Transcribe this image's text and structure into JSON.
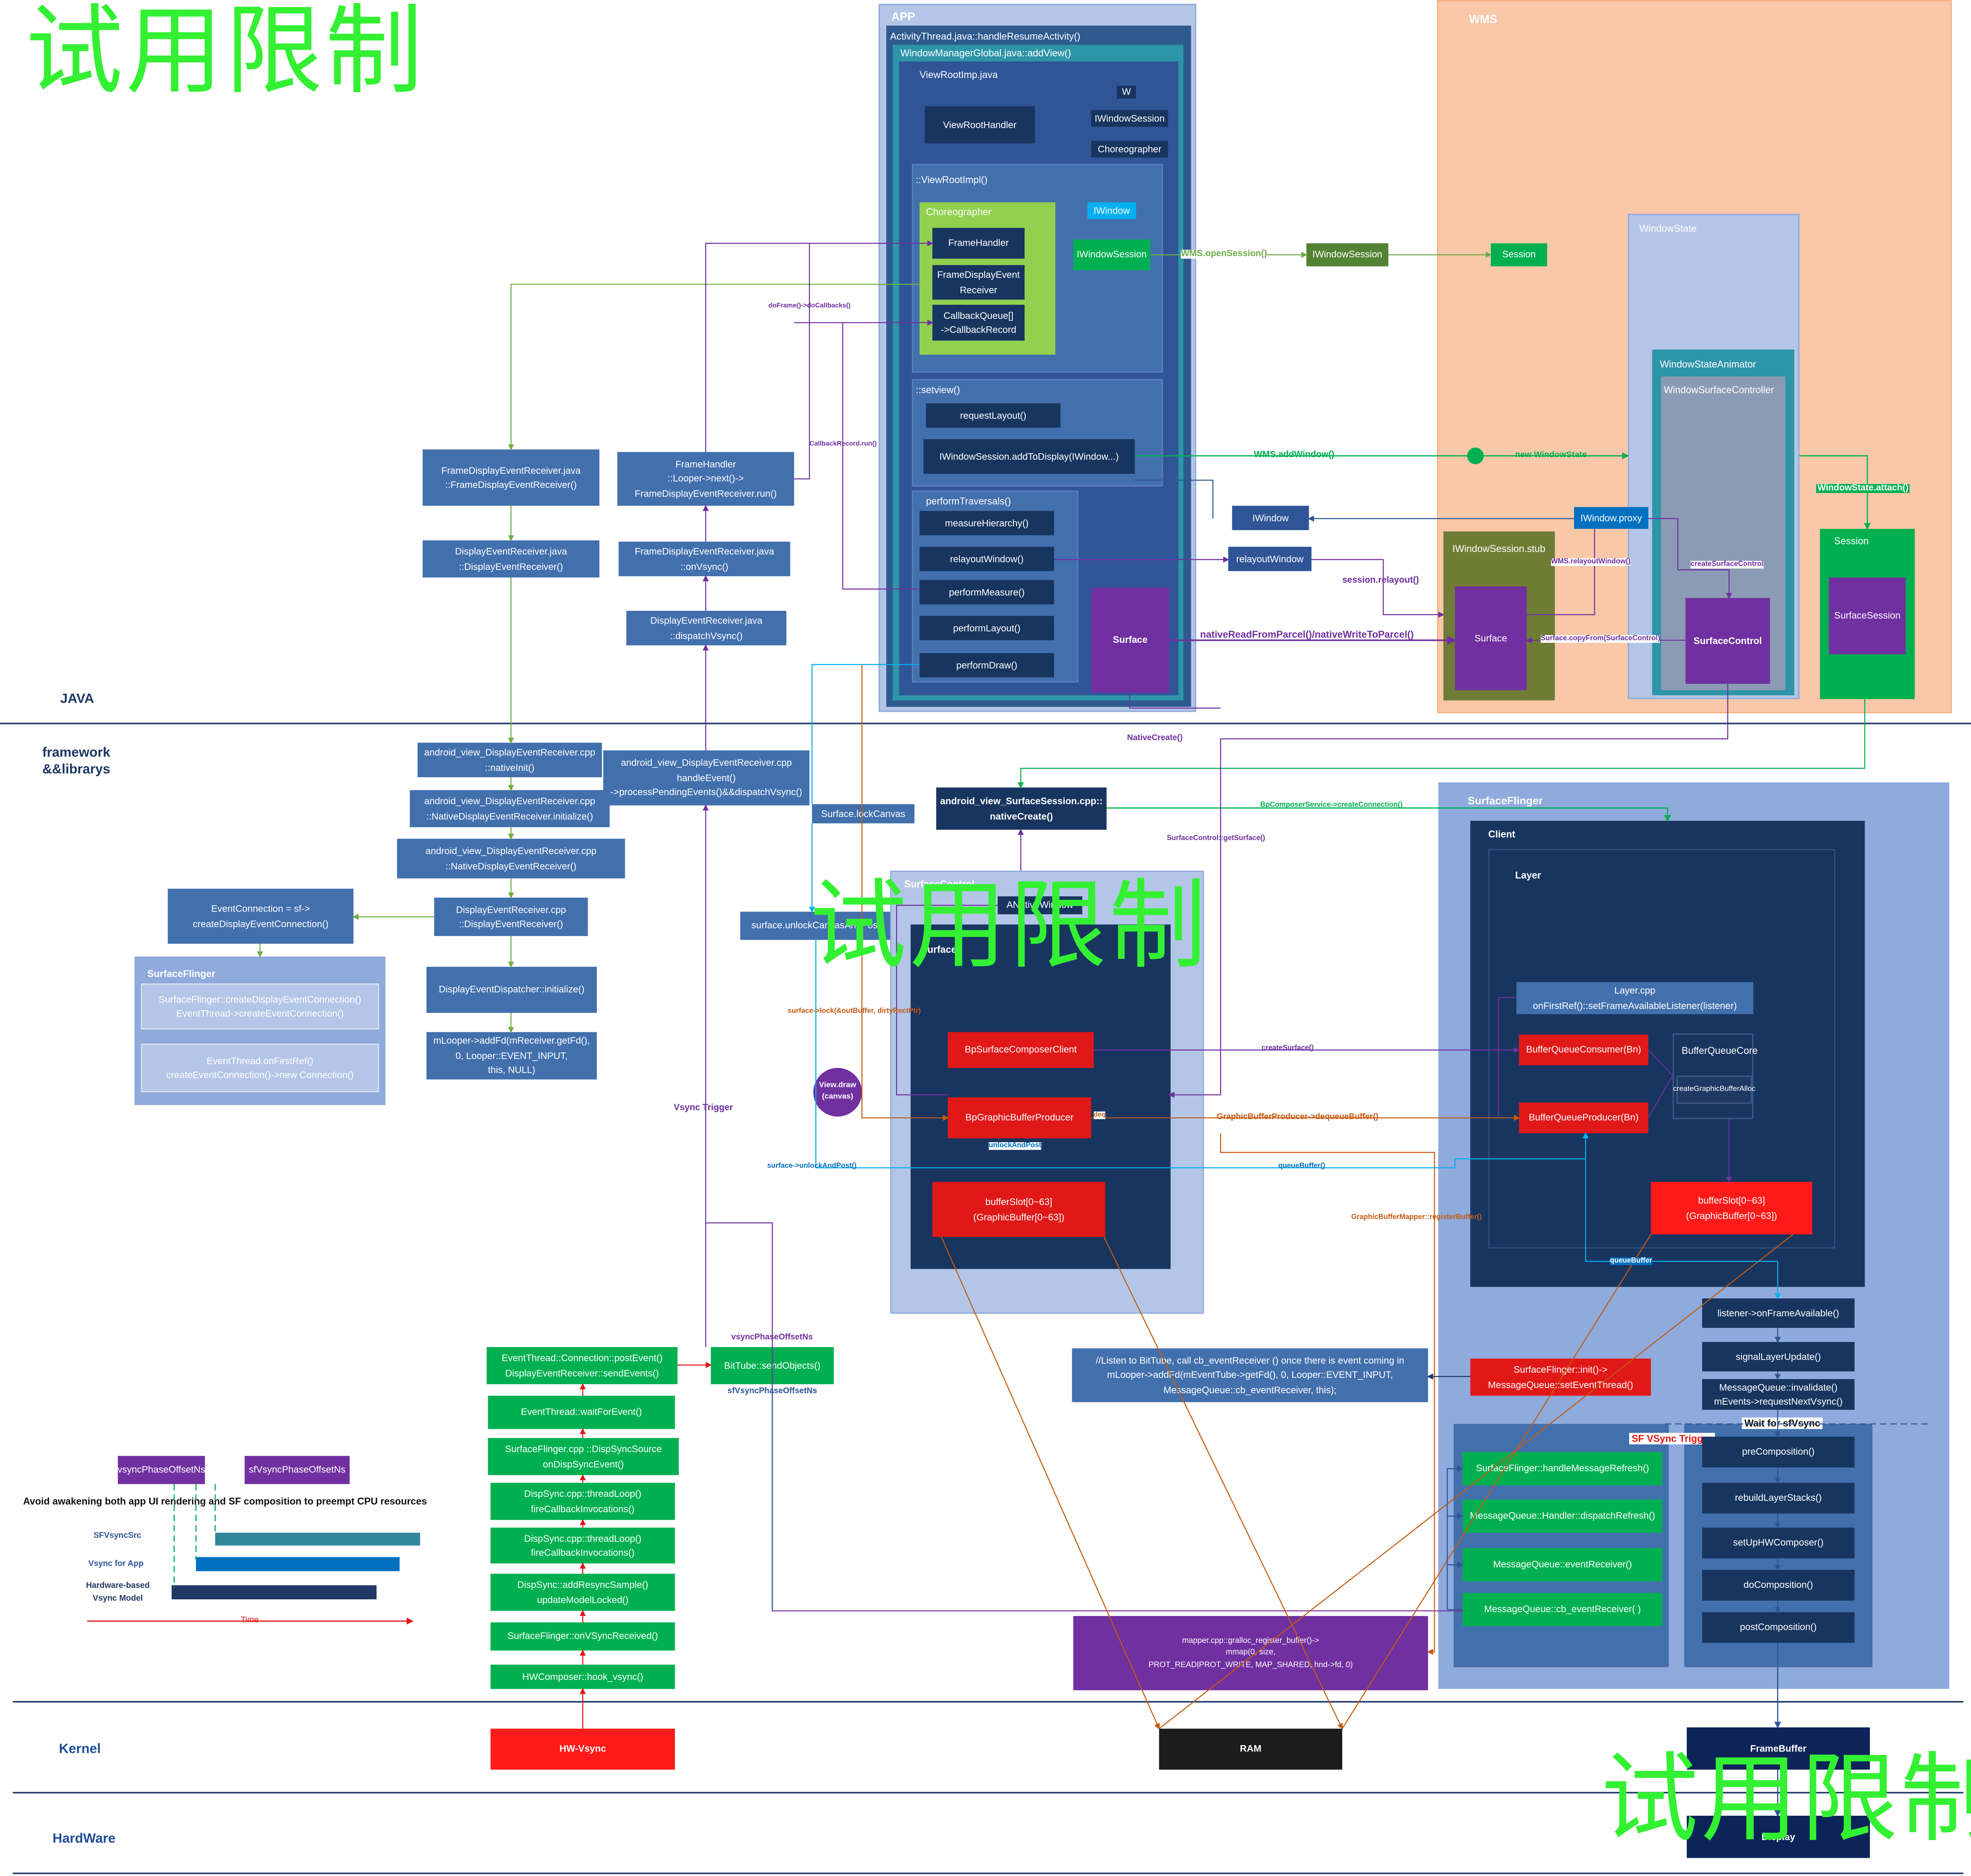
{
  "watermark": "试用限制",
  "sections": {
    "java": "JAVA",
    "framework": "framework\n&&librarys",
    "kernel": "Kernel",
    "hardware": "HardWare"
  },
  "app": {
    "title": "APP",
    "resume": "ActivityThread.java::handleResumeActivity()",
    "global": "WindowManagerGlobal.java::addView()",
    "viewrootimp": "ViewRootImp.java",
    "w": "W",
    "iws": "IWindowSession",
    "choreo": "Choreographer",
    "vrh": "ViewRootHandler",
    "vrimpl": "::ViewRootImpl()",
    "choreo_green": "Choreographer",
    "iwindow_tag": "IWindow",
    "framehandler": "FrameHandler",
    "fder": "FrameDisplayEvent\nReceiver",
    "cbq": "CallbackQueue[]\n->CallbackRecord",
    "iws_green": "IWindowSession",
    "setview": "::setview()",
    "reqlayout": "requestLayout()",
    "addtodisplay": "IWindowSession.addToDisplay(IWindow...)",
    "perftrav": "performTraversals()",
    "measurehier": "measureHierarchy()",
    "relayoutwin": "relayoutWindow()",
    "perfmeasure": "performMeasure()",
    "perflayout": "performLayout()",
    "perfdraw": "performDraw()",
    "surface": "Surface"
  },
  "wms": {
    "title": "WMS",
    "iws_mid": "IWindowSession",
    "session": "Session",
    "windowstate": "WindowState",
    "wsanimator": "WindowStateAnimator",
    "wscontroller": "WindowSurfaceController",
    "iwindow": "IWindow",
    "iwindowproxy": "IWindow.proxy",
    "relayoutwin": "relayoutWindow",
    "iwsstub": "IWindowSession.stub",
    "surface": "Surface",
    "surfacecontrol": "SurfaceControl",
    "session2": "Session",
    "surfacesession": "SurfaceSession"
  },
  "left": {
    "fder_java": "FrameDisplayEventReceiver.java\n::FrameDisplayEventReceiver()",
    "der_java": "DisplayEventReceiver.java\n::DisplayEventReceiver()",
    "fh_looper": "FrameHandler\n::Looper->next()->\nFrameDisplayEventReceiver.run()",
    "fder_onvsync": "FrameDisplayEventReceiver.java\n::onVsync()",
    "der_dispatch": "DisplayEventReceiver.java\n::dispatchVsync()",
    "nativeinit": "android_view_DisplayEventReceiver.cpp\n::nativeInit()",
    "nder_init": "android_view_DisplayEventReceiver.cpp\n::NativeDisplayEventReceiver.initialize()",
    "nder_ctor": "android_view_DisplayEventReceiver.cpp\n::NativeDisplayEventReceiver()",
    "handleevent": "android_view_DisplayEventReceiver.cpp\nhandleEvent()\n->processPendingEvents()&&dispatchVsync()",
    "eventconn": "EventConnection = sf->\ncreateDisplayEventConnection()",
    "der_cpp": "DisplayEventReceiver.cpp\n::DisplayEventReceiver()",
    "sf_box_title": "SurfaceFlinger",
    "sf_create": "SurfaceFlinger::createDisplayEventConnection()\nEventThread->createEventConnection()",
    "et_onfirst": "EventThread.onFirstRef()\ncreateEventConnection()->new Connection()",
    "dispatcher": "DisplayEventDispatcher::initialize()",
    "addfd": "mLooper->addFd(mReceiver.getFd(),\n0, Looper::EVENT_INPUT,\nthis, NULL)"
  },
  "mid": {
    "nativecreate_box": "android_view_SurfaceSession.cpp::\nnativeCreate()",
    "lockcanvas": "Surface.lockCanvas",
    "unlockcanvas": "surface.unlockCanvasAndPost",
    "sc_title": "SurfaceControl",
    "anw": "ANativeWindow",
    "surface_in": "Surface",
    "bpscc": "BpSurfaceComposerClient",
    "bpgbp": "BpGraphicBufferProducer",
    "bufferslot": "bufferSlot[0~63]\n(GraphicBuffer[0~63])",
    "viewdraw": "View.draw\n(canvas)",
    "bittube": "BitTube::sendObjects()",
    "listen": "//Listen to BitTube, call cb_eventReceiver () once there is event coming in\nmLooper->addFd(mEventTube->getFd(), 0, Looper::EVENT_INPUT,\nMessageQueue::cb_eventReceiver, this);",
    "mapper": "mapper.cpp::gralloc_register_buffer()->\nmmap(0, size,\nPROT_READ|PROT_WRITE, MAP_SHARED, hnd->fd, 0)"
  },
  "vsync": {
    "postevent": "EventThread::Connection::postEvent()\nDisplayEventReceiver::sendEvents()",
    "waitforevent": "EventThread::waitForEvent()",
    "ondispsync": "SurfaceFlinger.cpp ::DispSyncSource\nonDispSyncEvent()",
    "threadloop1": "DispSync.cpp::threadLoop()\nfireCallbackInvocations()",
    "threadloop2": "DispSync.cpp::threadLoop()\nfireCallbackInvocations()",
    "addresync": "DispSync::addResyncSample()\nupdateModelLocked()",
    "onvsyncreceived": "SurfaceFlinger::onVSyncReceived()",
    "hookvsync": "HWComposer::hook_vsync()",
    "hwvsync": "HW-Vsync",
    "legend_app": "vsyncPhaseOffsetNs",
    "legend_sf": "sfVsyncPhaseOffsetNs",
    "avoid": "Avoid awakening both app UI rendering and SF composition to preempt CPU resources",
    "sfvsyncsrc": "SFVsyncSrc",
    "vsyncforapp": "Vsync for App",
    "hwbased": "Hardware-based\nVsync Model",
    "time": "Time"
  },
  "sf": {
    "title": "SurfaceFlinger",
    "client": "Client",
    "layer": "Layer",
    "layercpp": "Layer.cpp\nonFirstRef()::setFrameAvailableListener(listener)",
    "bqconsumer": "BufferQueueConsumer(Bn)",
    "bqproducer": "BufferQueueProducer(Bn)",
    "bqcore": "BufferQueueCore",
    "cgba": "createGraphicBufferAlloc",
    "bufferslot": "bufferSlot[0~63]\n(GraphicBuffer[0~63])",
    "onframe": "listener->onFrameAvailable()",
    "signallayer": "signalLayerUpdate()",
    "invalidate": "MessageQueue::invalidate()\nmEvents->requestNextVsync()",
    "sfinit": "SurfaceFlinger::init()->\nMessageQueue::setEventThread()",
    "waitsf": "Wait for sfVsync",
    "sftrigger": "SF VSync Trigger",
    "handlerefresh": "SurfaceFlinger::handleMessageRefresh()",
    "dispatchrefresh": "MessageQueue::Handler::dispatchRefresh()",
    "eventreceiver": "MessageQueue::eventReceiver()",
    "cbevent": "MessageQueue::cb_eventReceiver( )",
    "precomp": "preComposition()",
    "rebuild": "rebuildLayerStacks()",
    "setuphwc": "setUpHWComposer()",
    "docomp": "doComposition()",
    "postcomp": "postComposition()",
    "framebuffer": "FrameBuffer",
    "display": "Display",
    "ram": "RAM"
  },
  "arrows": {
    "doframe": "doFrame()->doCallbacks()",
    "callbackrun": "CallbackRecord.run()",
    "opensession": "WMS.openSession()",
    "addwindow": "WMS.addWindow()",
    "newws": "new WindowState",
    "wsattach": "WindowState.attach()",
    "relayoutwin": "WMS.relayoutWindow()",
    "createsc": "createSurfaceControl",
    "sessionrelayout": "session.relayout()",
    "nativeparcel": "nativeReadFromParcel()/nativeWriteToParcel()",
    "copyfrom": "Surface.copyFrom(SurfaceControl)",
    "nativecreate": "NativeCreate()",
    "createconn": "BpComposerService->createConnection()",
    "getsurface": "SurfaceControl::getSurface()",
    "lockout": "surface->lock(&outBuffer, dirtyRectPtr)",
    "createsurface": "createSurface()",
    "dequeue": "GraphicBufferProducer->dequeueBuffer()",
    "unlockpost": "surface->unlockAndPost()",
    "queuebuffer": "queueBuffer()",
    "queuebuffer2": "queueBuffer",
    "unlockandpost": "unlockAndPost",
    "gbm": "GraphicBufferMapper::registerBuffer()",
    "vsynctrigger": "Vsync Trigger",
    "vpo": "vsyncPhaseOffsetNs",
    "sfvpo": "sfVsyncPhaseOffsetNs",
    "deq": "deq"
  },
  "colors": {
    "navy": "#17355f",
    "mid_blue": "#4270ad",
    "green": "#00b050",
    "purple": "#7030a0",
    "red": "#e01818",
    "wms_bg": "#f8c8a8",
    "watermark": "#33f033"
  }
}
